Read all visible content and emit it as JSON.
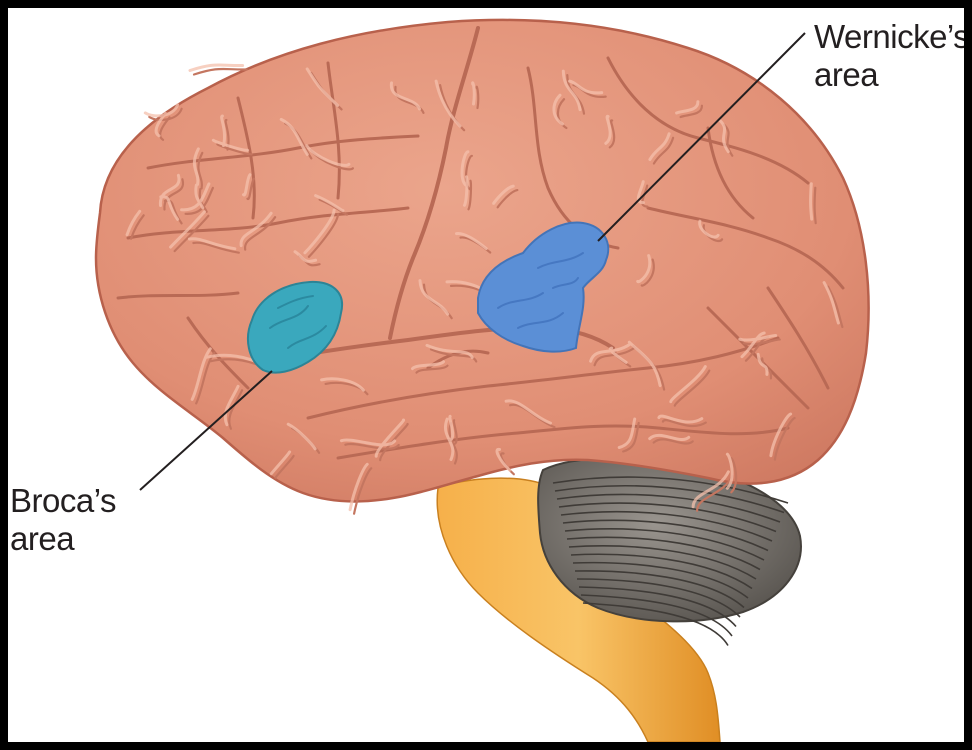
{
  "labels": {
    "wernicke": {
      "line1": "Wernicke’s",
      "line2": "area"
    },
    "broca": {
      "line1": "Broca’s",
      "line2": "area"
    }
  },
  "colors": {
    "background": "#ffffff",
    "frame": "#000000",
    "cerebrum": "#e3937a",
    "cerebrum_outline": "#b8614c",
    "sulci": "#b96a55",
    "highlight": "#f4c0ac",
    "wernicke_area": "#5b8fd6",
    "broca_area": "#3aa8bd",
    "cerebellum": "#7a756f",
    "brainstem": "#f2a53b",
    "leader_line": "#231f20",
    "label_text": "#231f20"
  }
}
